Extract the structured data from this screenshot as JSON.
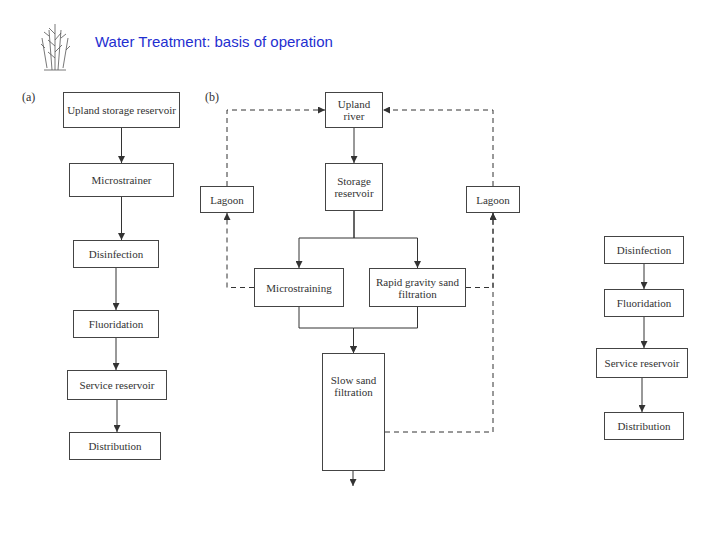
{
  "diagram": {
    "title": "Water Treatment: basis of operation",
    "nodes": [
      {
        "text": [
          "Upland storage reservoir"
        ]
      },
      {
        "text": [
          "Microstrainer"
        ]
      },
      {
        "text": [
          "Disinfection"
        ]
      },
      {
        "text": [
          "Fluoridation"
        ]
      },
      {
        "text": [
          "Service reservoir"
        ]
      },
      {
        "text": [
          "Distribution"
        ]
      },
      {
        "text": [
          "Upland river"
        ]
      },
      {
        "text": [
          "Storage reservoir"
        ]
      },
      {
        "text": [
          "Lagoon"
        ]
      },
      {
        "text": [
          "Lagoon"
        ]
      },
      {
        "text": [
          "Microstraining"
        ]
      },
      {
        "text": [
          "Rapid gravity sand filtration"
        ]
      },
      {
        "text": [
          "Slow sand filtration"
        ]
      },
      {
        "text": [
          "Disinfection"
        ]
      },
      {
        "text": [
          "Fluoridation"
        ]
      },
      {
        "text": [
          "Service reservoir"
        ]
      },
      {
        "text": [
          "Distribution"
        ]
      }
    ],
    "edges": [
      {
        "from": 0,
        "to": 1,
        "arrow": "to"
      },
      {
        "from": 1,
        "to": 2,
        "arrow": "to"
      },
      {
        "from": 2,
        "to": 3,
        "arrow": "to"
      },
      {
        "from": 3,
        "to": 4,
        "arrow": "to"
      },
      {
        "from": 4,
        "to": 5,
        "arrow": "to"
      },
      {
        "from": 6,
        "to": 7,
        "arrow": "to"
      },
      {
        "from": 7,
        "to": 10,
        "arrow": "to"
      },
      {
        "from": 7,
        "to": 11,
        "arrow": "to"
      },
      {
        "from": 10,
        "to": 12,
        "arrow": "to"
      },
      {
        "from": 11,
        "to": 12,
        "arrow": "to"
      },
      {
        "from": 10,
        "to": 8,
        "arrow": "to"
      },
      {
        "from": 8,
        "to": 6,
        "arrow": "to"
      },
      {
        "from": 11,
        "to": 9,
        "arrow": "to"
      },
      {
        "from": 12,
        "to": 9,
        "arrow": "to"
      },
      {
        "from": 9,
        "to": 6,
        "arrow": "to"
      },
      {
        "from": 13,
        "to": 14,
        "arrow": "to"
      },
      {
        "from": 14,
        "to": 15,
        "arrow": "to"
      },
      {
        "from": 15,
        "to": 16,
        "arrow": "to"
      }
    ],
    "labels": [
      "(a)",
      "(b)"
    ]
  }
}
